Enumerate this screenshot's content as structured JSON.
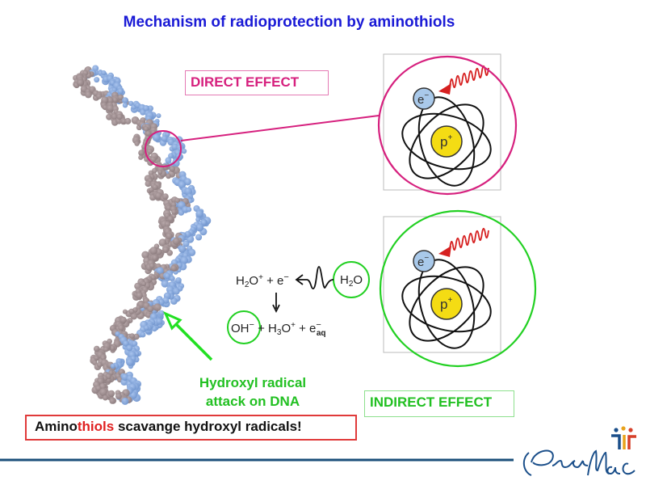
{
  "title": "Mechanism of radioprotection by aminothiols",
  "direct_effect": {
    "label": "DIRECT EFFECT",
    "color": "#d6207e"
  },
  "indirect_effect": {
    "label": "INDIRECT EFFECT",
    "color": "#22c022"
  },
  "atom": {
    "electron_label": "e",
    "electron_charge": "−",
    "proton_label": "p",
    "proton_charge": "+"
  },
  "reaction": {
    "reactant": "H2O",
    "products_line1": [
      "H2O+",
      "+",
      "e−"
    ],
    "products_line2": [
      "OH−",
      "+",
      "H3O+",
      "+",
      "e−aq"
    ]
  },
  "hydroxyl_label": {
    "line1": "Hydroxyl radical",
    "line2": "attack on DNA"
  },
  "callout": {
    "prefix": "Amino",
    "highlight": "thiols",
    "suffix": " scavange hydroxyl radicals!",
    "border_color": "#e03a3a"
  },
  "logo": {
    "text": "Peter Mac",
    "colors": [
      "#1b4f8a",
      "#e8a21c",
      "#d6402a",
      "#4a90c8"
    ]
  },
  "footer_rule_color": "#1b4f7a"
}
